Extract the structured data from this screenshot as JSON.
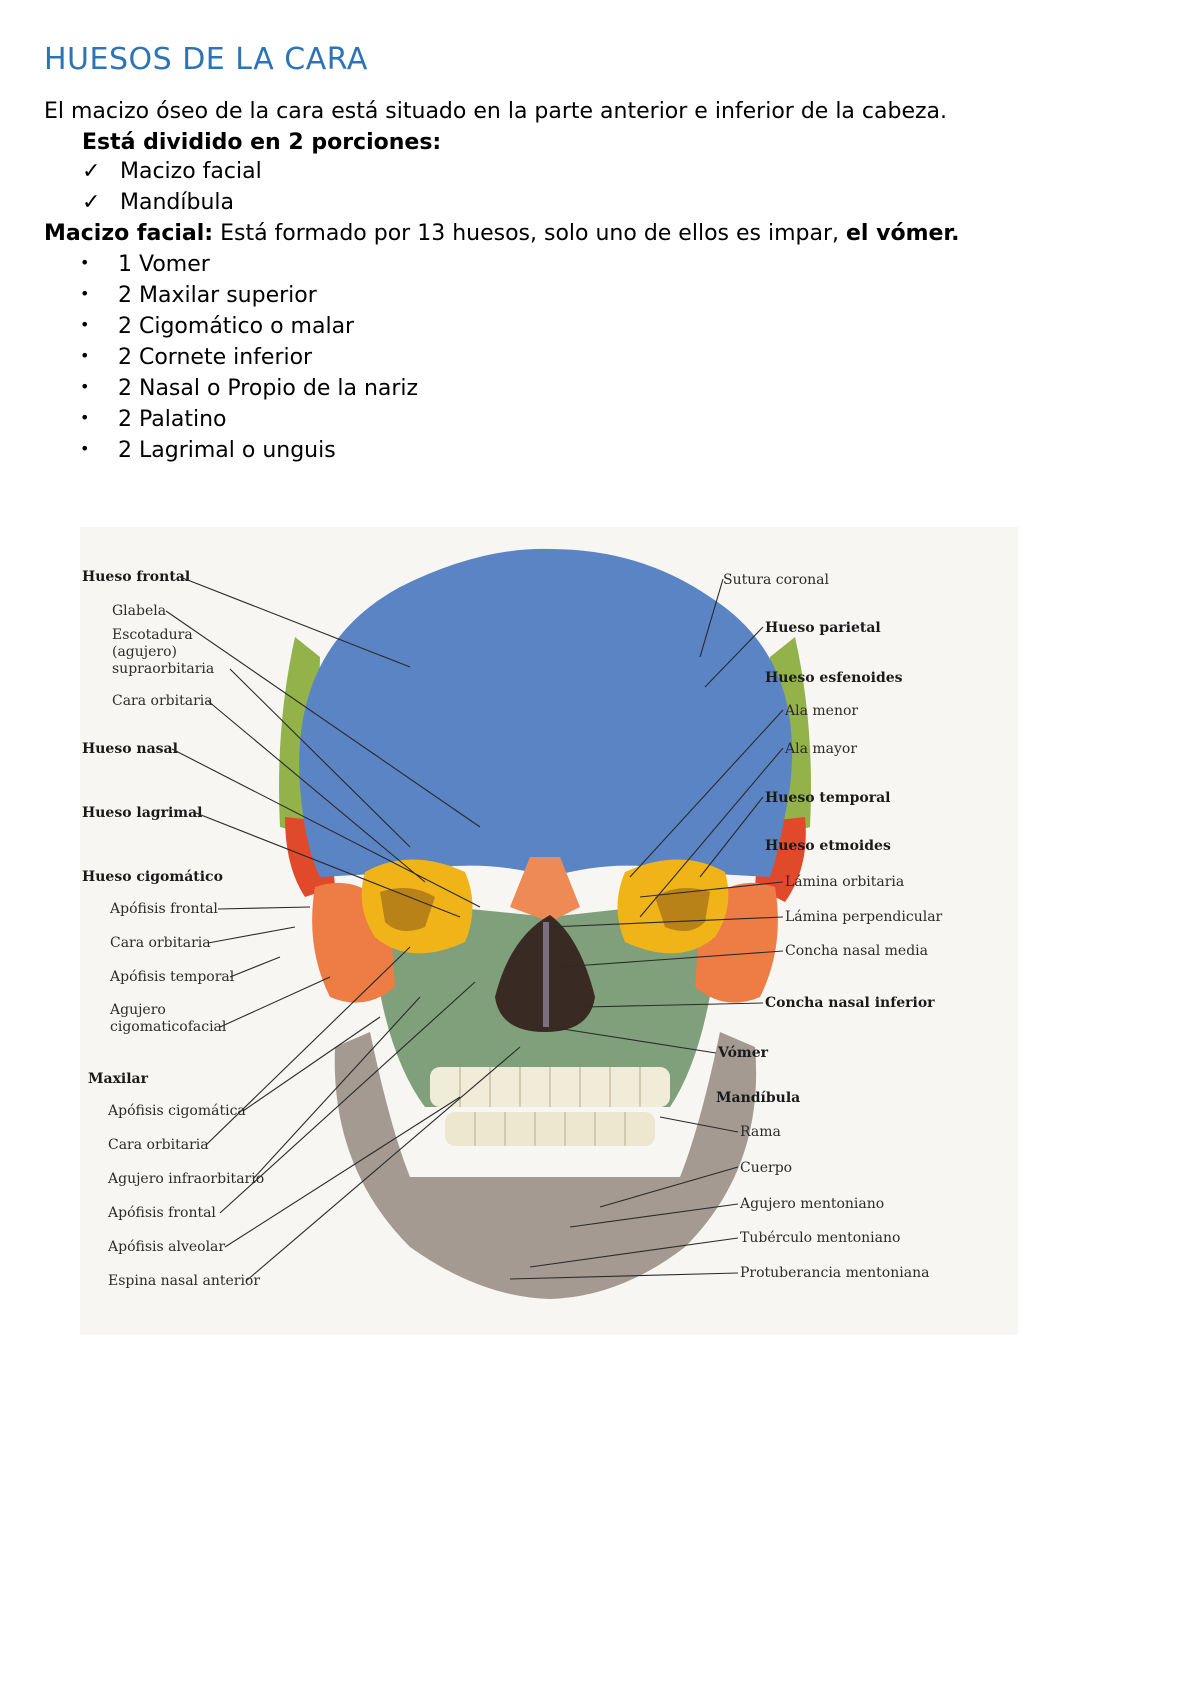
{
  "title": "HUESOS DE LA CARA",
  "intro": "El macizo óseo de la cara está situado en la parte anterior e inferior de la cabeza.",
  "division_heading": "Está dividido en 2 porciones:",
  "portions": [
    "Macizo facial",
    "Mandíbula"
  ],
  "macizo": {
    "label": "Macizo facial:",
    "text": " Está formado por 13 huesos, solo uno de ellos es impar, ",
    "emphasis": "el vómer."
  },
  "bones": [
    "1 Vomer",
    "2 Maxilar superior",
    "2 Cigomático o malar",
    "2 Cornete inferior",
    "2 Nasal o Propio de la nariz",
    "2 Palatino",
    "2 Lagrimal o unguis"
  ],
  "figure": {
    "left_labels": {
      "hueso_frontal": "Hueso frontal",
      "glabela": "Glabela",
      "escotadura_1": "Escotadura",
      "escotadura_2": "(agujero)",
      "escotadura_3": "supraorbitaria",
      "cara_orbitaria_top": "Cara orbitaria",
      "hueso_nasal": "Hueso nasal",
      "hueso_lagrimal": "Hueso lagrimal",
      "hueso_cigomatico": "Hueso cigomático",
      "apofisis_frontal_top": "Apófisis frontal",
      "cara_orbitaria_mid": "Cara orbitaria",
      "apofisis_temporal": "Apófisis temporal",
      "agujero_cig_1": "Agujero",
      "agujero_cig_2": "cigomaticofacial",
      "maxilar": "Maxilar",
      "apofisis_cigomatica": "Apófisis cigomática",
      "cara_orbitaria_low": "Cara orbitaria",
      "agujero_infraorbitario": "Agujero infraorbitario",
      "apofisis_frontal_low": "Apófisis frontal",
      "apofisis_alveolar": "Apófisis alveolar",
      "espina_nasal": "Espina nasal anterior"
    },
    "right_labels": {
      "sutura_coronal": "Sutura coronal",
      "hueso_parietal": "Hueso parietal",
      "hueso_esfenoides": "Hueso esfenoides",
      "ala_menor": "Ala menor",
      "ala_mayor": "Ala mayor",
      "hueso_temporal": "Hueso temporal",
      "hueso_etmoides": "Hueso etmoides",
      "lamina_orbitaria": "Lámina orbitaria",
      "lamina_perpendicular": "Lámina perpendicular",
      "concha_media": "Concha nasal media",
      "concha_inferior": "Concha nasal inferior",
      "vomer": "Vómer",
      "mandibula": "Mandíbula",
      "rama": "Rama",
      "cuerpo": "Cuerpo",
      "agujero_mentoniano": "Agujero mentoniano",
      "tuberculo": "Tubérculo mentoniano",
      "protuberancia": "Protuberancia mentoniana"
    },
    "colors": {
      "frontal": "#5b84c4",
      "parietal": "#93b24a",
      "sphenoid": "#f0b419",
      "temporal": "#e04a2a",
      "zygomatic": "#ee7c45",
      "maxilla": "#7fa07a",
      "mandible": "#a49a92"
    }
  }
}
